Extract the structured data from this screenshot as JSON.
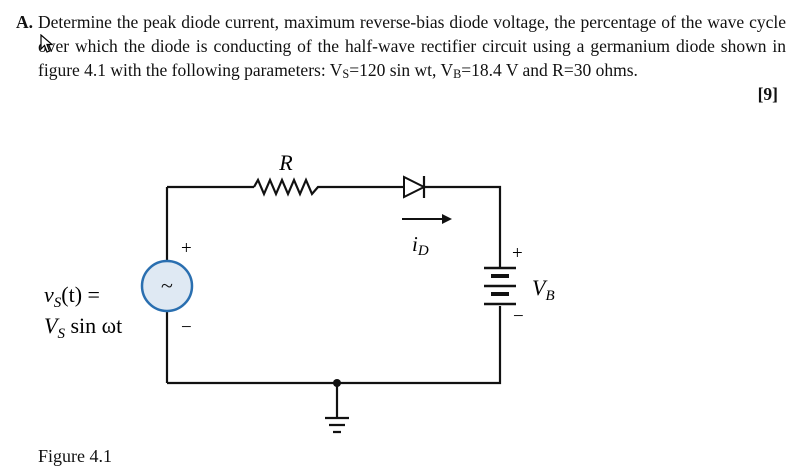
{
  "question": {
    "label": "A.",
    "text_lines": [
      "Determine the peak diode current, maximum reverse-bias diode voltage, the percentage",
      "of the wave cycle over which the diode is conducting of the half-wave rectifier circuit",
      "using a germanium diode shown in figure 4.1 with the following parameters: V",
      "S",
      "=120",
      "sin wt, V",
      "B",
      "=18.4 V and R=30 ohms."
    ],
    "marks": "[9]"
  },
  "circuit": {
    "resistor_label": "R",
    "current_label": "i",
    "current_sub": "D",
    "battery_label": "V",
    "battery_sub": "B",
    "plus_sign": "+",
    "minus_sign": "−",
    "source_symbol": "~",
    "source_eq_line1": "v",
    "source_eq_line1_sub": "S",
    "source_eq_line1_rest": "(t) =",
    "source_eq_line2": "V",
    "source_eq_line2_sub": "S",
    "source_eq_line2_rest": " sin ωt"
  },
  "caption": "Figure 4.1",
  "colors": {
    "wire": "#111111",
    "source_fill": "#dfe9f3",
    "source_stroke": "#2a6fb0"
  }
}
